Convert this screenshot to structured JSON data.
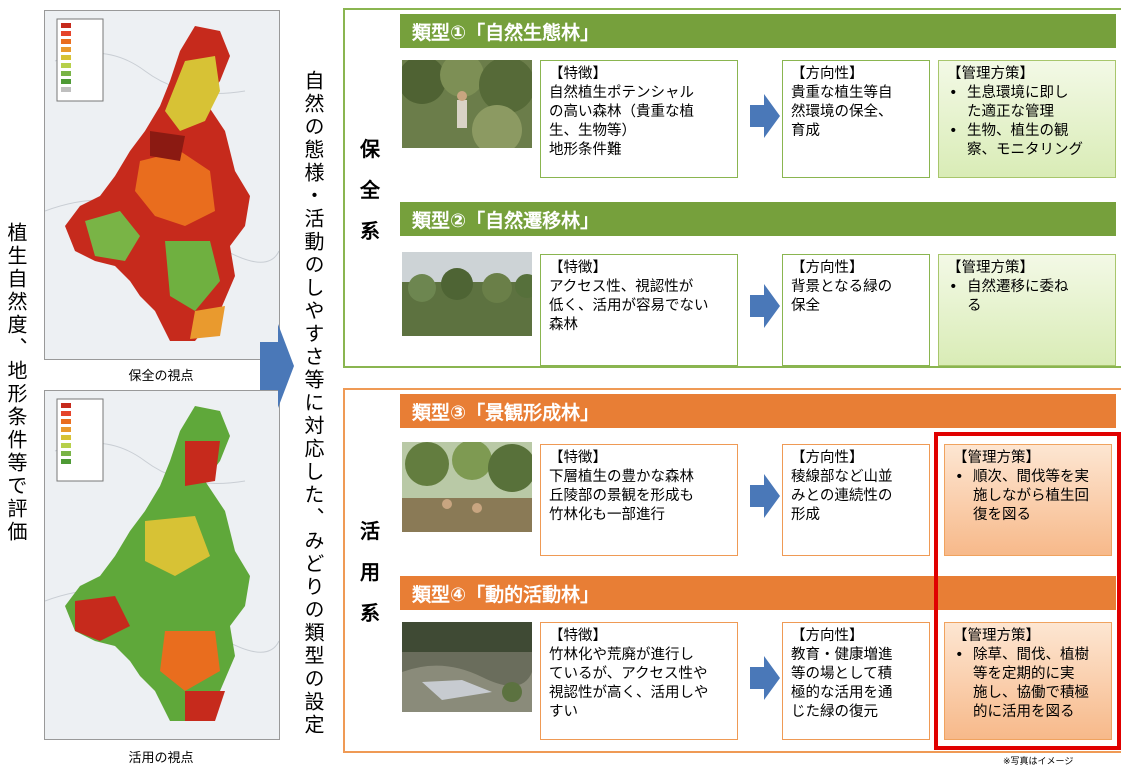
{
  "colors": {
    "green_header": "#76a03c",
    "green_border": "#8ab550",
    "orange_header": "#e87e35",
    "orange_border": "#ef9a55",
    "arrow_blue": "#4a78b8",
    "red_frame": "#e00000"
  },
  "left_vertical_label": "植生自然度、地形条件等で評価",
  "map_top_caption": "保全の視点",
  "map_bottom_caption": "活用の視点",
  "middle_vertical_label": "自然の態様・活動のしやすさ等に対応した、みどりの類型の設定",
  "group_conservation_label": [
    "保",
    "全",
    "系"
  ],
  "group_utilization_label": [
    "活",
    "用",
    "系"
  ],
  "types": [
    {
      "header": "類型①「自然生態林」",
      "feature_title": "【特徴】",
      "feature_body": "自然植生ポテンシャル\nの高い森林（貴重な植\n生、生物等）\n地形条件難",
      "direction_title": "【方向性】",
      "direction_body": "貴重な植生等自\n然環境の保全、\n育成",
      "measures_title": "【管理方策】",
      "measures": [
        "生息環境に即し\nた適正な管理",
        "生物、植生の観\n察、モニタリング"
      ]
    },
    {
      "header": "類型②「自然遷移林」",
      "feature_title": "【特徴】",
      "feature_body": "アクセス性、視認性が\n低く、活用が容易でない\n森林",
      "direction_title": "【方向性】",
      "direction_body": "背景となる緑の\n保全",
      "measures_title": "【管理方策】",
      "measures": [
        "自然遷移に委ね\nる"
      ]
    },
    {
      "header": "類型③「景観形成林」",
      "feature_title": "【特徴】",
      "feature_body": "下層植生の豊かな森林\n丘陵部の景観を形成も\n竹林化も一部進行",
      "direction_title": "【方向性】",
      "direction_body": "稜線部など山並\nみとの連続性の\n形成",
      "measures_title": "【管理方策】",
      "measures": [
        "順次、間伐等を実\n施しながら植生回\n復を図る"
      ]
    },
    {
      "header": "類型④「動的活動林」",
      "feature_title": "【特徴】",
      "feature_body": "竹林化や荒廃が進行し\nているが、アクセス性や\n視認性が高く、活用しや\nすい",
      "direction_title": "【方向性】",
      "direction_body": "教育・健康増進\n等の場として積\n極的な活用を通\nじた緑の復元",
      "measures_title": "【管理方策】",
      "measures": [
        "除草、間伐、植樹\n等を定期的に実\n施し、協働で積極\n的に活用を図る"
      ]
    }
  ],
  "footnote": "※写真はイメージ"
}
